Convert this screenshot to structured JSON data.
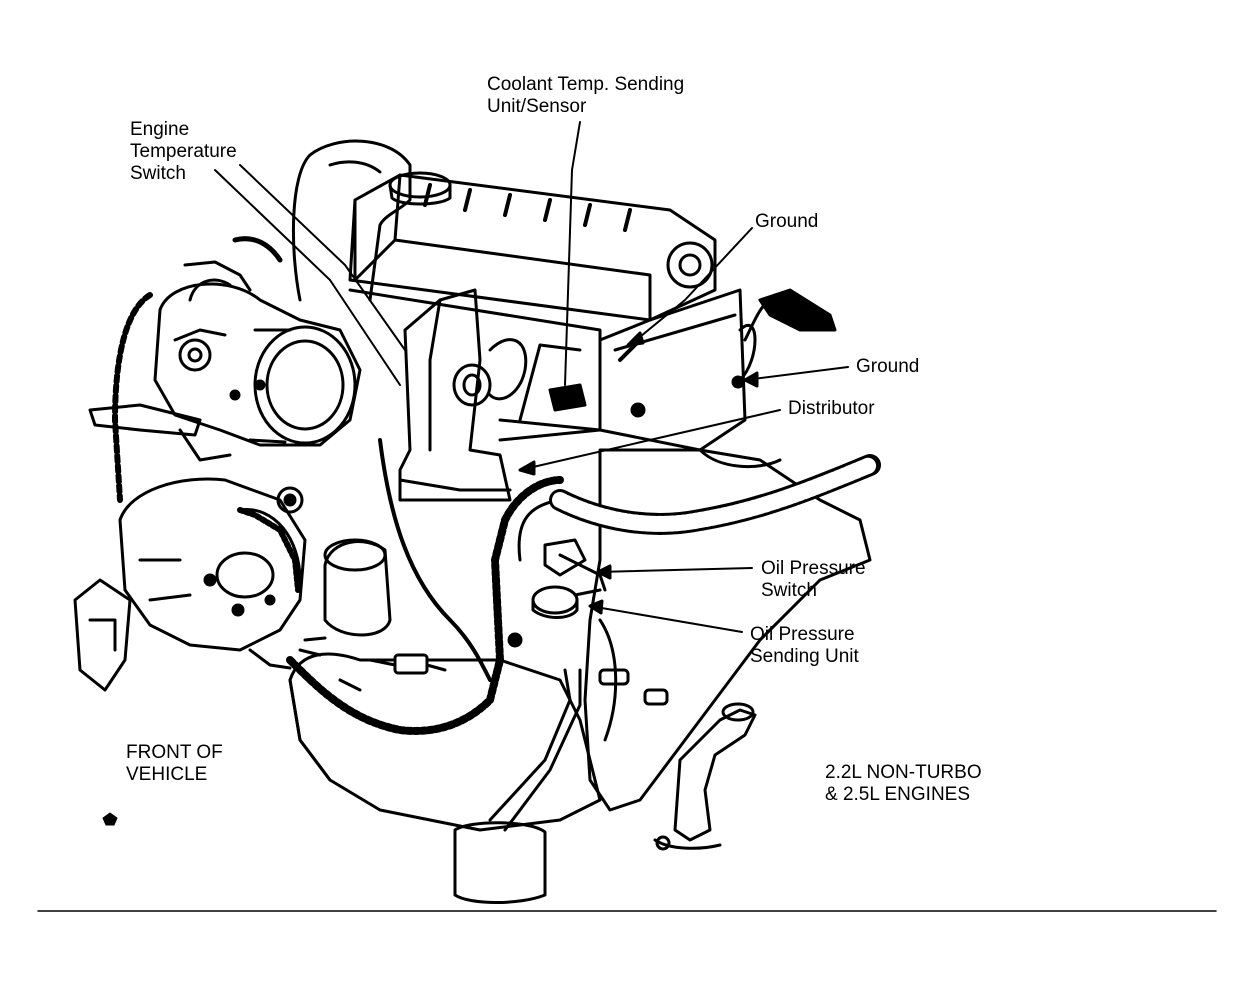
{
  "diagram": {
    "labels": {
      "coolant": [
        "Coolant Temp. Sending",
        "Unit/Sensor"
      ],
      "engine_temp": [
        "Engine",
        "Temperature",
        "Switch"
      ],
      "ground_upper": [
        "Ground"
      ],
      "ground_lower": [
        "Ground"
      ],
      "distributor": [
        "Distributor"
      ],
      "oil_switch": [
        "Oil Pressure",
        "Switch"
      ],
      "oil_sending": [
        "Oil Pressure",
        "Sending Unit"
      ],
      "front": [
        "FRONT OF",
        "VEHICLE"
      ],
      "engines": [
        "2.2L NON-TURBO",
        "& 2.5L ENGINES"
      ]
    }
  }
}
